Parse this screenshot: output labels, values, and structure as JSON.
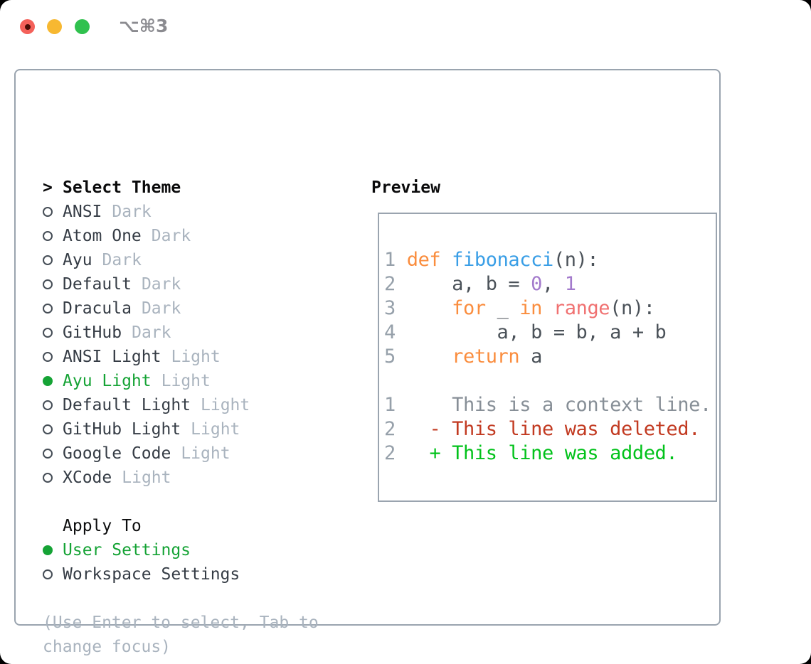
{
  "window": {
    "title": "⌥⌘3",
    "controls": [
      "close",
      "minimize",
      "zoom"
    ]
  },
  "theme_list": {
    "header_prefix": ">",
    "header": "Select Theme",
    "items": [
      {
        "name": "ANSI",
        "variant": "Dark",
        "selected": false
      },
      {
        "name": "Atom One",
        "variant": "Dark",
        "selected": false
      },
      {
        "name": "Ayu",
        "variant": "Dark",
        "selected": false
      },
      {
        "name": "Default",
        "variant": "Dark",
        "selected": false
      },
      {
        "name": "Dracula",
        "variant": "Dark",
        "selected": false
      },
      {
        "name": "GitHub",
        "variant": "Dark",
        "selected": false
      },
      {
        "name": "ANSI Light",
        "variant": "Light",
        "selected": false
      },
      {
        "name": "Ayu Light",
        "variant": "Light",
        "selected": true
      },
      {
        "name": "Default Light",
        "variant": "Light",
        "selected": false
      },
      {
        "name": "GitHub Light",
        "variant": "Light",
        "selected": false
      },
      {
        "name": "Google Code",
        "variant": "Light",
        "selected": false
      },
      {
        "name": "XCode",
        "variant": "Light",
        "selected": false
      }
    ]
  },
  "apply_to": {
    "header": "Apply To",
    "options": [
      {
        "name": "User Settings",
        "selected": true
      },
      {
        "name": "Workspace Settings",
        "selected": false
      }
    ]
  },
  "help_text": "(Use Enter to select, Tab to change focus)",
  "preview": {
    "header": "Preview",
    "lines": [
      [
        {
          "t": "1",
          "k": "number"
        },
        {
          "t": " ",
          "k": "plain"
        },
        {
          "t": "def",
          "k": "keyword"
        },
        {
          "t": " ",
          "k": "plain"
        },
        {
          "t": "fibonacci",
          "k": "function"
        },
        {
          "t": "(n):",
          "k": "plain"
        }
      ],
      [
        {
          "t": "2",
          "k": "number"
        },
        {
          "t": "     a, b = ",
          "k": "plain"
        },
        {
          "t": "0",
          "k": "constant"
        },
        {
          "t": ", ",
          "k": "plain"
        },
        {
          "t": "1",
          "k": "constant"
        }
      ],
      [
        {
          "t": "3",
          "k": "number"
        },
        {
          "t": "     ",
          "k": "plain"
        },
        {
          "t": "for",
          "k": "keyword"
        },
        {
          "t": " _ ",
          "k": "plain"
        },
        {
          "t": "in",
          "k": "keyword"
        },
        {
          "t": " ",
          "k": "plain"
        },
        {
          "t": "range",
          "k": "builtin"
        },
        {
          "t": "(n):",
          "k": "plain"
        }
      ],
      [
        {
          "t": "4",
          "k": "number"
        },
        {
          "t": "         a, b = b, a + b",
          "k": "plain"
        }
      ],
      [
        {
          "t": "5",
          "k": "number"
        },
        {
          "t": "     ",
          "k": "plain"
        },
        {
          "t": "return",
          "k": "keyword"
        },
        {
          "t": " a",
          "k": "plain"
        }
      ],
      [],
      [
        {
          "t": "1",
          "k": "number"
        },
        {
          "t": "     This is a context line.",
          "k": "context"
        }
      ],
      [
        {
          "t": "2",
          "k": "number"
        },
        {
          "t": "   ",
          "k": "plain"
        },
        {
          "t": "- This line was deleted.",
          "k": "deleted"
        }
      ],
      [
        {
          "t": "2",
          "k": "number"
        },
        {
          "t": "   ",
          "k": "plain"
        },
        {
          "t": "+ This line was added.",
          "k": "added"
        }
      ]
    ]
  },
  "token_colors": {
    "number": "#96a0aa",
    "plain": "#4b5259",
    "keyword": "#fa8d3e",
    "function": "#399ee6",
    "constant": "#a37acc",
    "builtin": "#f07171",
    "context": "#878f97",
    "deleted": "#c23a21",
    "added": "#02c21b"
  },
  "colors": {
    "selected_green": "#15a335",
    "muted_gray": "#a9b3be",
    "border_gray": "#9aa4af",
    "traffic_red": "#f4615a",
    "traffic_yellow": "#f7b831",
    "traffic_green": "#30c14e",
    "unsaved_dot": "#4a0d06"
  }
}
